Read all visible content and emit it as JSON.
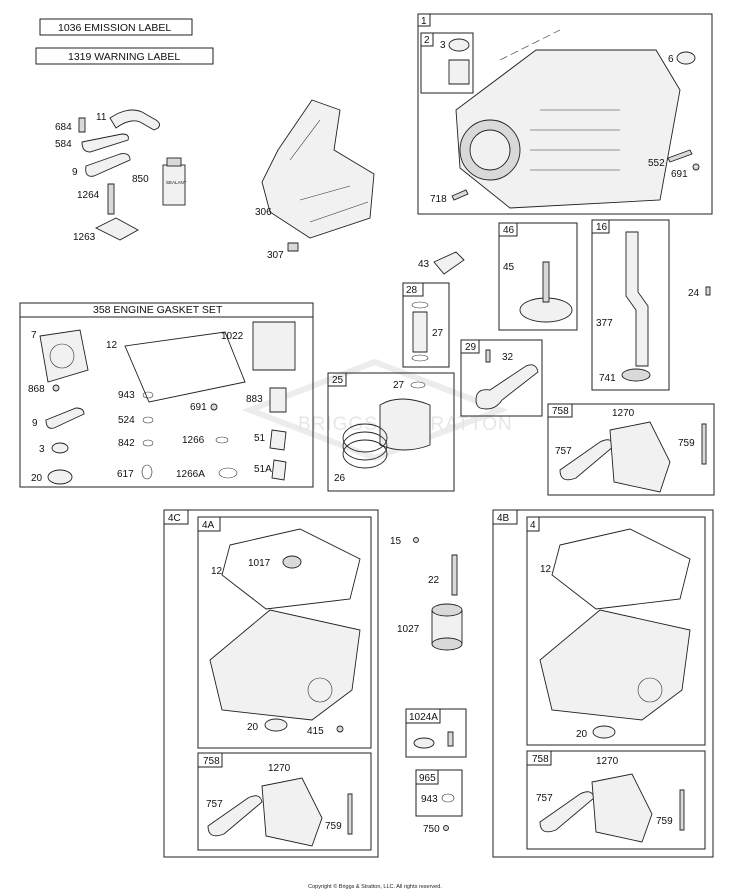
{
  "header_labels": {
    "emission": "1036 EMISSION LABEL",
    "warning": "1319 WARNING LABEL",
    "gasket_set": "358 ENGINE GASKET SET"
  },
  "callouts": {
    "c684": "684",
    "c11": "11",
    "c584": "584",
    "c9a": "9",
    "c850": "850",
    "c1264": "1264",
    "c1263": "1263",
    "c306": "306",
    "c307": "307",
    "c1": "1",
    "c2": "2",
    "c3a": "3",
    "c6": "6",
    "c552": "552",
    "c691a": "691",
    "c718": "718",
    "c43": "43",
    "c46": "46",
    "c45": "45",
    "c16": "16",
    "c24": "24",
    "c377": "377",
    "c741": "741",
    "c28": "28",
    "c27a": "27",
    "c29": "29",
    "c32": "32",
    "c25": "25",
    "c27b": "27",
    "c26": "26",
    "c758a": "758",
    "c1270a": "1270",
    "c757a": "757",
    "c759a": "759",
    "c7": "7",
    "c12a": "12",
    "c1022": "1022",
    "c868": "868",
    "c943a": "943",
    "c691b": "691",
    "c883": "883",
    "c524": "524",
    "c9b": "9",
    "c842": "842",
    "c1266": "1266",
    "c51": "51",
    "c3b": "3",
    "c20a": "20",
    "c617": "617",
    "c1266a": "1266A",
    "c51a": "51A",
    "c4c": "4C",
    "c4a": "4A",
    "c12b": "12",
    "c1017": "1017",
    "c20b": "20",
    "c415": "415",
    "c758b": "758",
    "c1270b": "1270",
    "c757b": "757",
    "c759b": "759",
    "c15": "15",
    "c22": "22",
    "c1027": "1027",
    "c1024a": "1024A",
    "c965": "965",
    "c943b": "943",
    "c750": "750",
    "c4b": "4B",
    "c4": "4",
    "c12c": "12",
    "c20c": "20",
    "c758c": "758",
    "c1270c": "1270",
    "c757c": "757",
    "c759c": "759"
  },
  "sealant_tube_text": "SEALANT",
  "watermark": "BRIGGS & STRATTON",
  "footer": "Copyright © Briggs & Stratton, LLC. All rights reserved."
}
